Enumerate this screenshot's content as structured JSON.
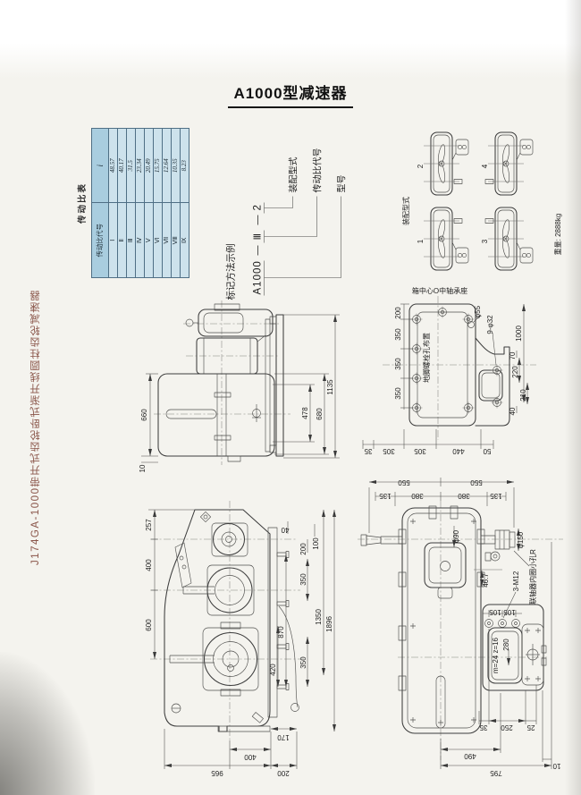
{
  "page": {
    "title": "A1000型减速器",
    "side_label": "J174GA-1000带开式齿轮卧式渐开线圆柱齿轮减速器",
    "weight": "重量: 2888kg"
  },
  "ratio_table": {
    "title": "传动比表",
    "col1_header": "传动比代号",
    "col2_header": "i",
    "rows": [
      {
        "code": "Ⅰ",
        "value": "48.57"
      },
      {
        "code": "Ⅱ",
        "value": "40.17"
      },
      {
        "code": "Ⅲ",
        "value": "31.5"
      },
      {
        "code": "Ⅳ",
        "value": "23.34"
      },
      {
        "code": "Ⅴ",
        "value": "20.49"
      },
      {
        "code": "Ⅵ",
        "value": "15.75"
      },
      {
        "code": "Ⅶ",
        "value": "12.64"
      },
      {
        "code": "Ⅷ",
        "value": "10.35"
      },
      {
        "code": "Ⅸ",
        "value": "8.23"
      }
    ]
  },
  "designation": {
    "title": "标记方法示例",
    "model": "A1000",
    "sep1": "—",
    "ratio_code": "Ⅲ",
    "sep2": "—",
    "assembly_code": "2",
    "label_assembly": "装配型式",
    "label_ratio": "传动比代号",
    "label_model": "型号"
  },
  "assembly_types": {
    "title": "装配型式",
    "type1": "1",
    "type2": "2",
    "type3": "3",
    "type4": "4"
  },
  "side_view": {
    "d660": "660",
    "d10": "10",
    "d478": "478",
    "d680": "680",
    "d1135": "1135"
  },
  "foundation_view": {
    "caption": "箱中心O中轴承座",
    "bolt_label": "地脚螺栓孔布置",
    "d200": "200",
    "d350a": "350",
    "d350b": "350",
    "d350c": "350",
    "d55": "φ55",
    "d9x32": "9-φ32",
    "d1000": "1000",
    "d70": "70",
    "d220": "220",
    "d210": "210",
    "d40": "40",
    "d35": "35",
    "d305a": "305",
    "d305b": "305",
    "d440": "440",
    "d50": "50"
  },
  "front_view": {
    "d257": "257",
    "d400": "400",
    "d600": "600",
    "d40": "40",
    "d100": "100",
    "d200": "200",
    "d350a": "350",
    "d350b": "350",
    "d870": "870",
    "d420": "420",
    "d1350": "1350",
    "d1896": "1896",
    "d170": "170",
    "d400b": "400",
    "d965": "965",
    "d200b": "200"
  },
  "plan_view": {
    "d550a": "550",
    "d550b": "550",
    "d135a": "135",
    "d380a": "380",
    "d380b": "380",
    "d135b": "135",
    "d90": "φ90",
    "d150": "φ150",
    "d467": "46.7",
    "dM12": "3-M12",
    "d105a": "105",
    "d105b": "105",
    "note": "联轴器内圈小孔R",
    "gear": "m=24 z=16",
    "d280": "280",
    "d35": "35",
    "d250": "250",
    "d25": "25",
    "d490": "490",
    "d795": "795",
    "d10": "10"
  }
}
